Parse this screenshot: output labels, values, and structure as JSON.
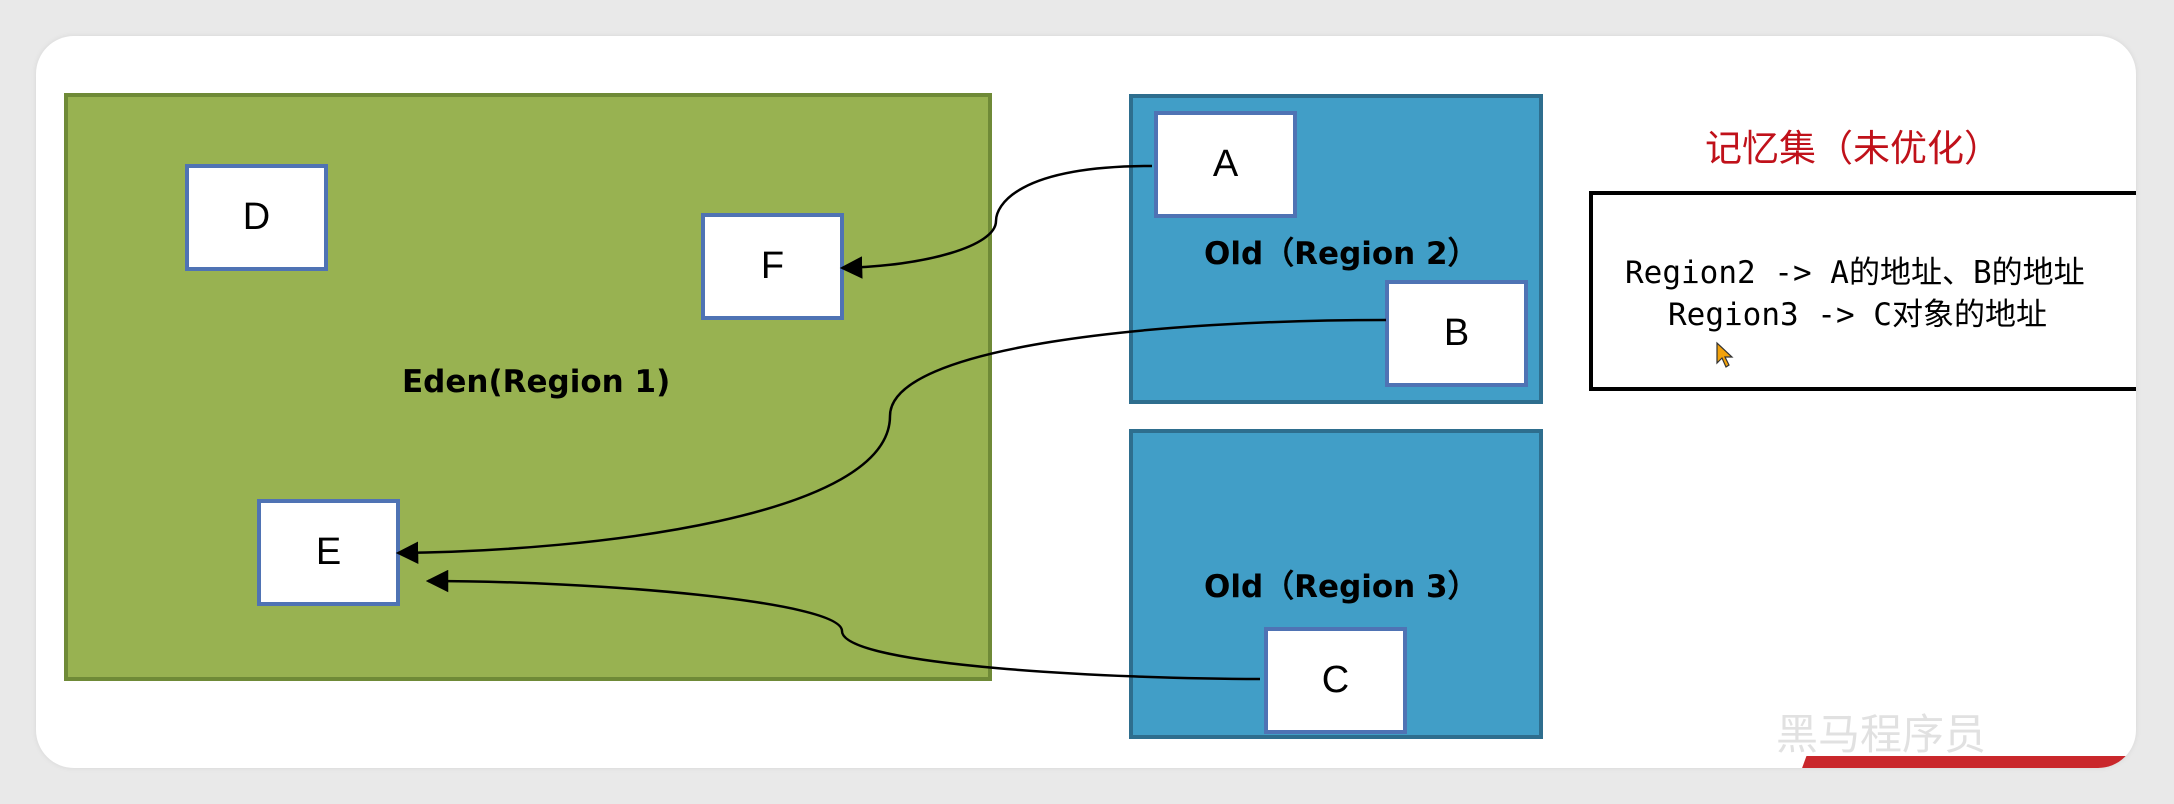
{
  "regions": {
    "eden": "Eden(Region 1)",
    "old2": "Old（Region 2）",
    "old3": "Old（Region 3）"
  },
  "objects": {
    "a": "A",
    "b": "B",
    "c": "C",
    "d": "D",
    "e": "E",
    "f": "F"
  },
  "remembered_set": {
    "title": "记忆集（未优化）",
    "line1": "Region2 -> A的地址、B的地址",
    "line2": "Region3 -> C对象的地址"
  },
  "colors": {
    "eden_fill": "#98b251",
    "old_fill": "#419ec7",
    "object_border": "#4f73b4",
    "title_red": "#c0111a"
  },
  "watermark": "黑马程序员"
}
